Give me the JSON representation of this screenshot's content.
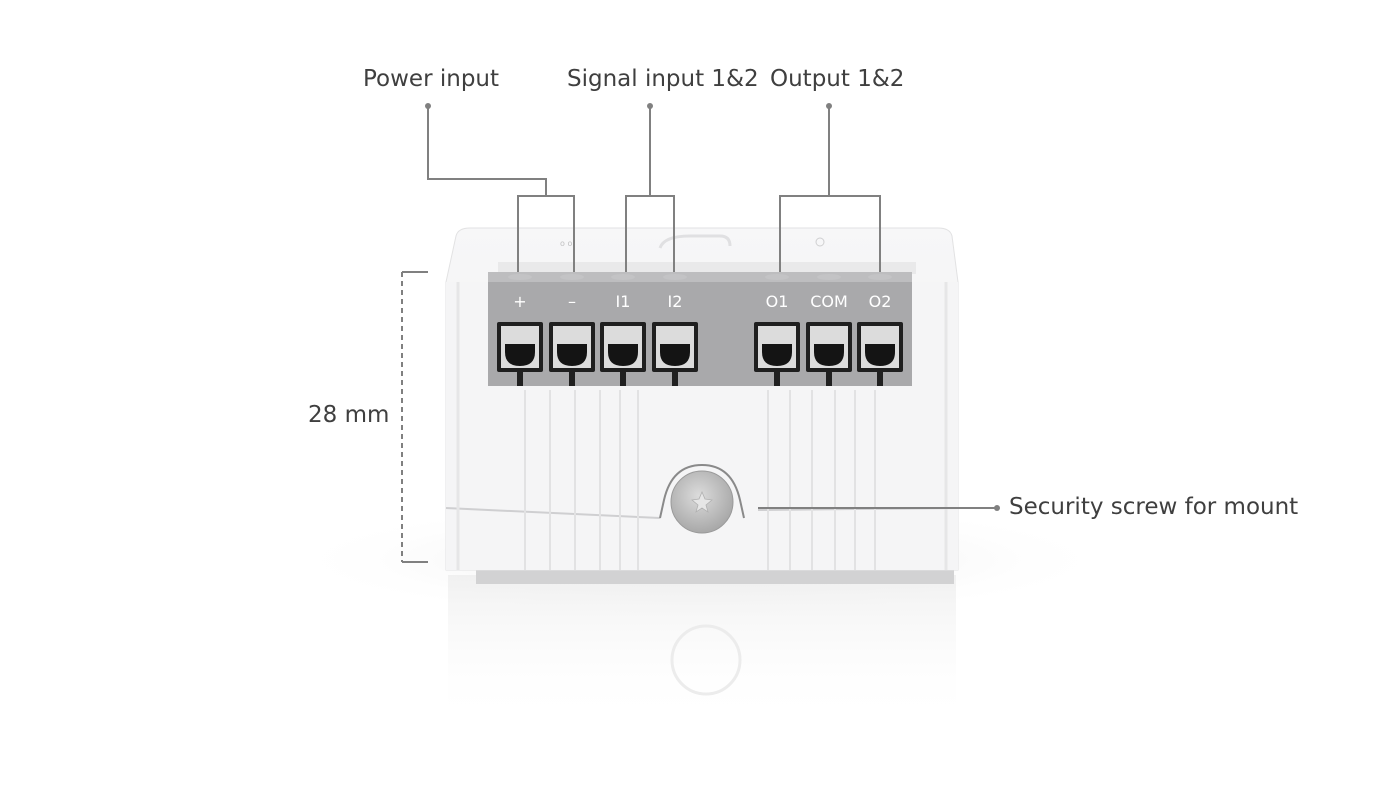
{
  "callouts": {
    "power_input": "Power input",
    "signal_input": "Signal input 1&2",
    "output": "Output 1&2",
    "security_screw": "Security screw for mount",
    "height_dimension": "28 mm"
  },
  "terminals": [
    "+",
    "–",
    "I1",
    "I2",
    "O1",
    "COM",
    "O2"
  ],
  "colors": {
    "callout_line": "#808080",
    "device_body": "#f4f4f5",
    "terminal_block": "#a9a9ab",
    "text": "#3f3f3f"
  }
}
